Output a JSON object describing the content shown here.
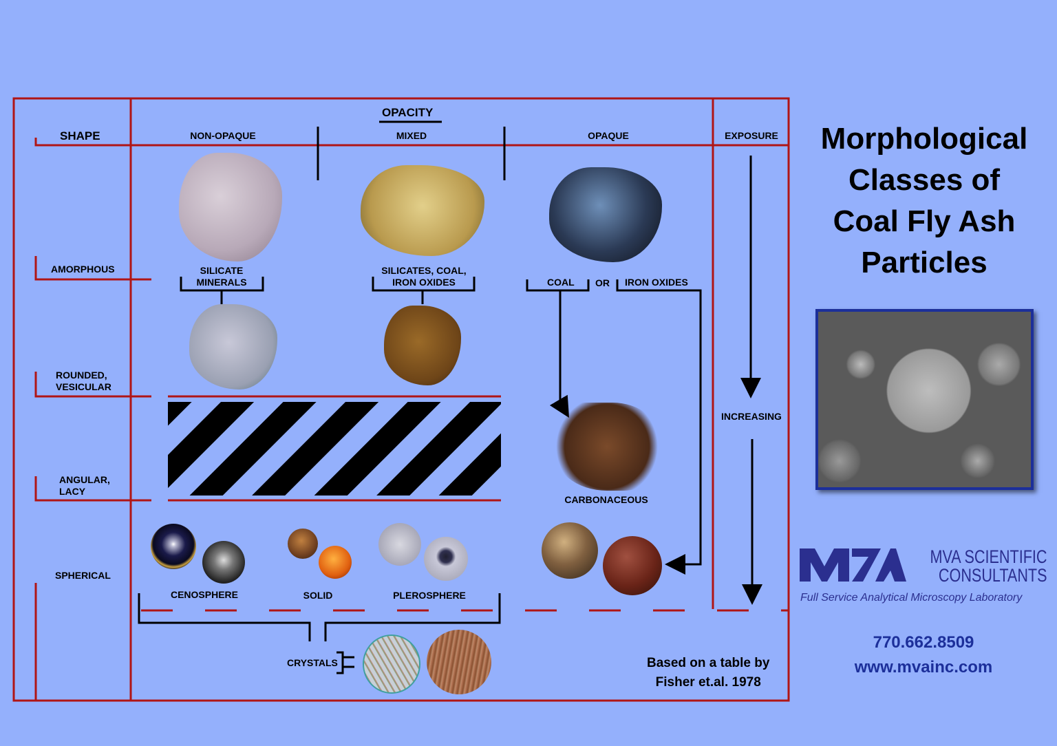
{
  "title": "Morphological Classes of Coal Fly Ash Particles",
  "title_lines": [
    "Morphological",
    "Classes of",
    "Coal Fly Ash",
    "Particles"
  ],
  "header": {
    "opacity": "OPACITY",
    "shape": "SHAPE",
    "non_opaque": "NON-OPAQUE",
    "mixed": "MIXED",
    "opaque": "OPAQUE",
    "exposure": "EXPOSURE"
  },
  "shapes": {
    "amorphous": "AMORPHOUS",
    "rounded": [
      "ROUNDED,",
      "VESICULAR"
    ],
    "angular": [
      "ANGULAR,",
      "LACY"
    ],
    "spherical": "SPHERICAL"
  },
  "labels": {
    "silicate": [
      "SILICATE",
      "MINERALS"
    ],
    "mixed": [
      "SILICATES, COAL,",
      "IRON OXIDES"
    ],
    "coal": "COAL",
    "or": "OR",
    "iron_oxides": "IRON OXIDES",
    "carbonaceous": "CARBONACEOUS",
    "cenosphere": "CENOSPHERE",
    "solid": "SOLID",
    "plerosphere": "PLEROSPHERE",
    "crystals": "CRYSTALS",
    "increasing": "INCREASING"
  },
  "citation": [
    "Based on a table by",
    "Fisher et.al. 1978"
  ],
  "company": {
    "name_lines": [
      "MVA SCIENTIFIC",
      "CONSULTANTS"
    ],
    "logo_text": "MVA",
    "tagline": "Full Service Analytical Microscopy Laboratory",
    "phone": "770.662.8509",
    "website": "www.mvainc.com"
  },
  "colors": {
    "background": "#94b0fc",
    "frame": "#b01515",
    "brand": "#2b2f8f"
  }
}
